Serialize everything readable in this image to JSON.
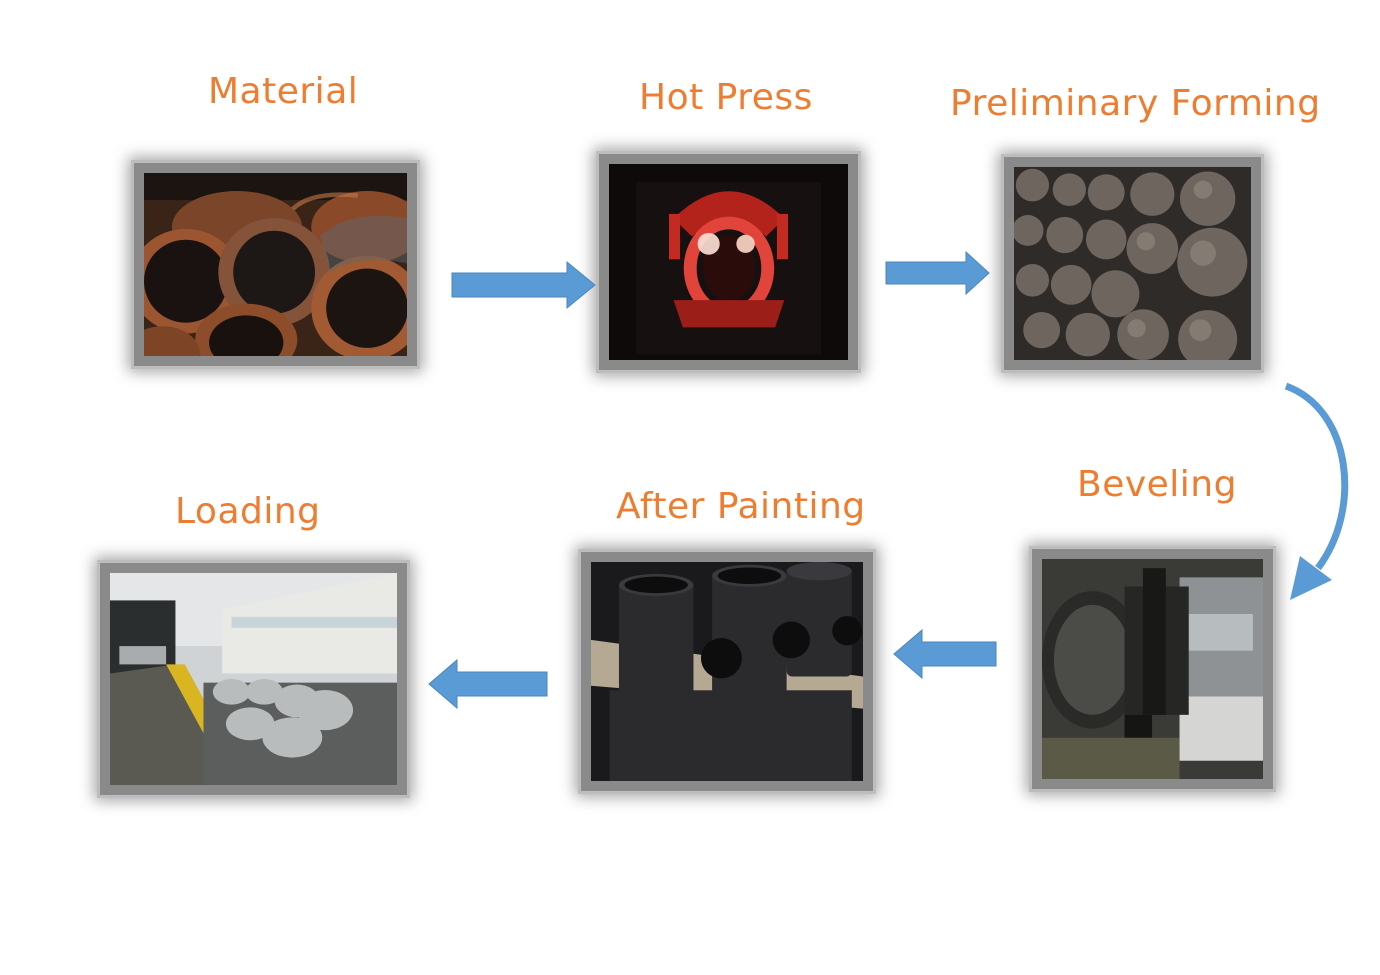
{
  "accent_color": "#ED7D31",
  "arrow_color": "#5B9BD5",
  "steps": [
    {
      "label": "Material",
      "image": "rusty-steel-pipes-photo"
    },
    {
      "label": "Hot Press",
      "image": "red-hot-pipe-fitting-in-press-photo"
    },
    {
      "label": "Preliminary Forming",
      "image": "formed-steel-tees-photo"
    },
    {
      "label": "Beveling",
      "image": "pipe-tee-on-beveling-machine-photo"
    },
    {
      "label": "After Painting",
      "image": "black-painted-pipe-tees-photo"
    },
    {
      "label": "Loading",
      "image": "fittings-loaded-into-container-photo"
    }
  ],
  "flow": [
    "Material",
    "Hot Press",
    "Preliminary Forming",
    "Beveling",
    "After Painting",
    "Loading"
  ]
}
